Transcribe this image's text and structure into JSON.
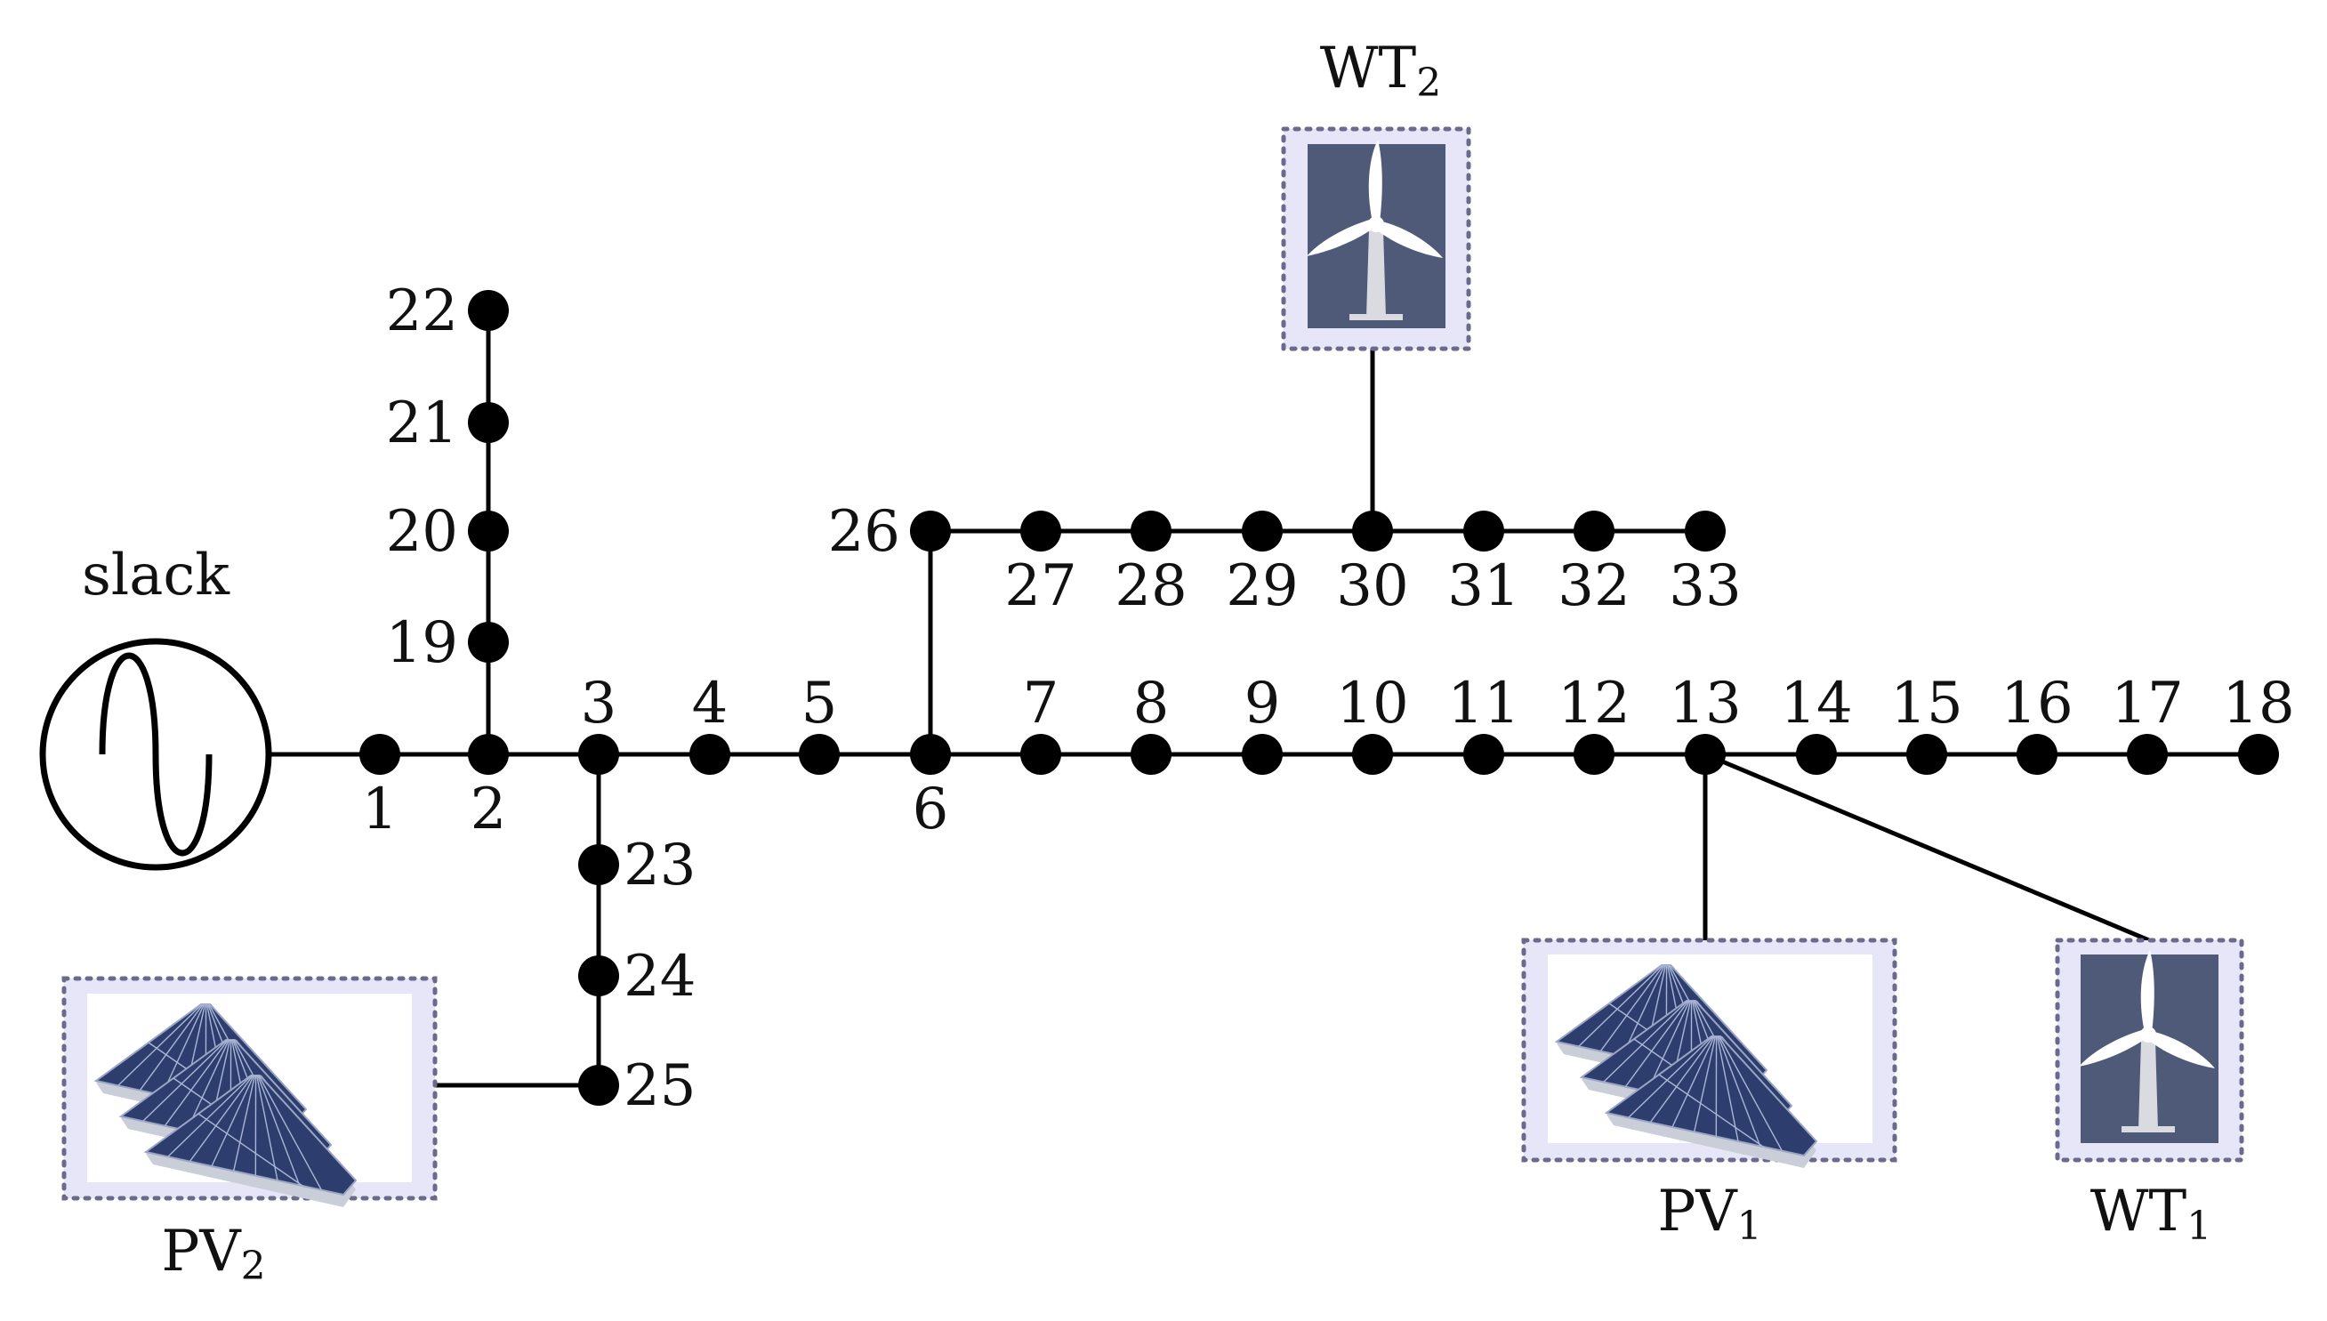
{
  "slack": {
    "label": "slack"
  },
  "buses": [
    {
      "id": "1",
      "label": "1"
    },
    {
      "id": "2",
      "label": "2"
    },
    {
      "id": "3",
      "label": "3"
    },
    {
      "id": "4",
      "label": "4"
    },
    {
      "id": "5",
      "label": "5"
    },
    {
      "id": "6",
      "label": "6"
    },
    {
      "id": "7",
      "label": "7"
    },
    {
      "id": "8",
      "label": "8"
    },
    {
      "id": "9",
      "label": "9"
    },
    {
      "id": "10",
      "label": "10"
    },
    {
      "id": "11",
      "label": "11"
    },
    {
      "id": "12",
      "label": "12"
    },
    {
      "id": "13",
      "label": "13"
    },
    {
      "id": "14",
      "label": "14"
    },
    {
      "id": "15",
      "label": "15"
    },
    {
      "id": "16",
      "label": "16"
    },
    {
      "id": "17",
      "label": "17"
    },
    {
      "id": "18",
      "label": "18"
    },
    {
      "id": "19",
      "label": "19"
    },
    {
      "id": "20",
      "label": "20"
    },
    {
      "id": "21",
      "label": "21"
    },
    {
      "id": "22",
      "label": "22"
    },
    {
      "id": "23",
      "label": "23"
    },
    {
      "id": "24",
      "label": "24"
    },
    {
      "id": "25",
      "label": "25"
    },
    {
      "id": "26",
      "label": "26"
    },
    {
      "id": "27",
      "label": "27"
    },
    {
      "id": "28",
      "label": "28"
    },
    {
      "id": "29",
      "label": "29"
    },
    {
      "id": "30",
      "label": "30"
    },
    {
      "id": "31",
      "label": "31"
    },
    {
      "id": "32",
      "label": "32"
    },
    {
      "id": "33",
      "label": "33"
    }
  ],
  "lines": [
    [
      "1",
      "2"
    ],
    [
      "2",
      "3"
    ],
    [
      "3",
      "4"
    ],
    [
      "4",
      "5"
    ],
    [
      "5",
      "6"
    ],
    [
      "6",
      "7"
    ],
    [
      "7",
      "8"
    ],
    [
      "8",
      "9"
    ],
    [
      "9",
      "10"
    ],
    [
      "10",
      "11"
    ],
    [
      "11",
      "12"
    ],
    [
      "12",
      "13"
    ],
    [
      "13",
      "14"
    ],
    [
      "14",
      "15"
    ],
    [
      "15",
      "16"
    ],
    [
      "16",
      "17"
    ],
    [
      "17",
      "18"
    ],
    [
      "2",
      "19"
    ],
    [
      "19",
      "20"
    ],
    [
      "20",
      "21"
    ],
    [
      "21",
      "22"
    ],
    [
      "3",
      "23"
    ],
    [
      "23",
      "24"
    ],
    [
      "24",
      "25"
    ],
    [
      "6",
      "26"
    ],
    [
      "26",
      "27"
    ],
    [
      "27",
      "28"
    ],
    [
      "28",
      "29"
    ],
    [
      "29",
      "30"
    ],
    [
      "30",
      "31"
    ],
    [
      "31",
      "32"
    ],
    [
      "32",
      "33"
    ]
  ],
  "generators": {
    "wt2": {
      "base": "WT",
      "sub": "2",
      "type": "wind-turbine",
      "connected_bus": "30"
    },
    "wt1": {
      "base": "WT",
      "sub": "1",
      "type": "wind-turbine",
      "connected_bus": "13"
    },
    "pv1": {
      "base": "PV",
      "sub": "1",
      "type": "solar-panel",
      "connected_bus": "13"
    },
    "pv2": {
      "base": "PV",
      "sub": "2",
      "type": "solar-panel",
      "connected_bus": "25"
    }
  },
  "colors": {
    "line": "#000000",
    "frame_fill": "#e7e5f8",
    "frame_border": "#6c6a8c",
    "wind_background": "#4f5a78",
    "panel": "#2d3d6e"
  }
}
